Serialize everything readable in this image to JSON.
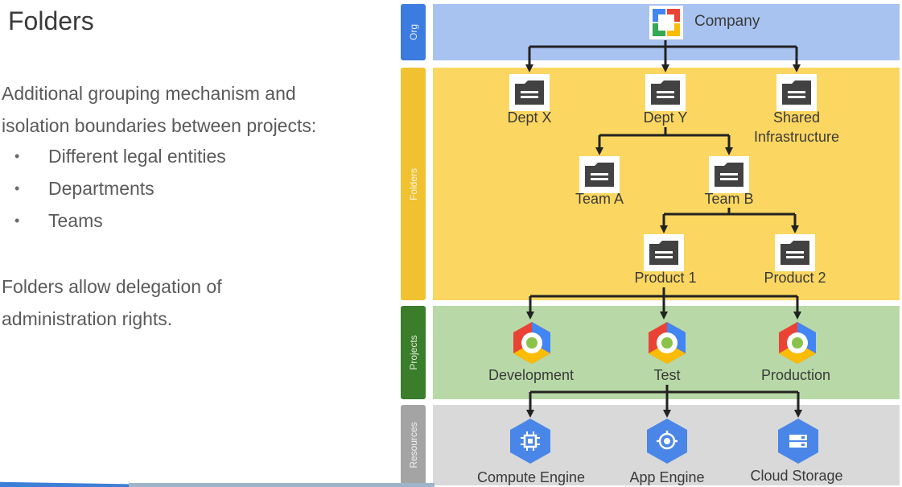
{
  "title": "Folders",
  "intro": [
    "Additional grouping mechanism and",
    "isolation boundaries between projects:"
  ],
  "bullets": [
    "Different legal entities",
    "Departments",
    "Teams"
  ],
  "delegation": [
    "Folders allow delegation of",
    "administration rights."
  ],
  "bands": {
    "org": {
      "label": "Org",
      "color": "#a9c3f0",
      "side_color": "#3c7be0"
    },
    "folders": {
      "label": "Folders",
      "color": "#fbd761",
      "side_color": "#f0c232"
    },
    "projects": {
      "label": "Projects",
      "color": "#b8d9a7",
      "side_color": "#3a7d2a"
    },
    "resources": {
      "label": "Resources",
      "color": "#d9d9d9",
      "side_color": "#a4a4a4"
    }
  },
  "org": {
    "name": "Company",
    "icon": "company-logo-icon"
  },
  "folders": {
    "dept_x": "Dept X",
    "dept_y": "Dept Y",
    "shared_1": "Shared",
    "shared_2": "Infrastructure",
    "team_a": "Team A",
    "team_b": "Team B",
    "product_1": "Product 1",
    "product_2": "Product 2",
    "icon": "folder-icon"
  },
  "projects": {
    "development": "Development",
    "test": "Test",
    "production": "Production",
    "icon": "project-hexagon-icon"
  },
  "resources": {
    "compute_engine": "Compute Engine",
    "app_engine": "App Engine",
    "cloud_storage": "Cloud Storage"
  }
}
